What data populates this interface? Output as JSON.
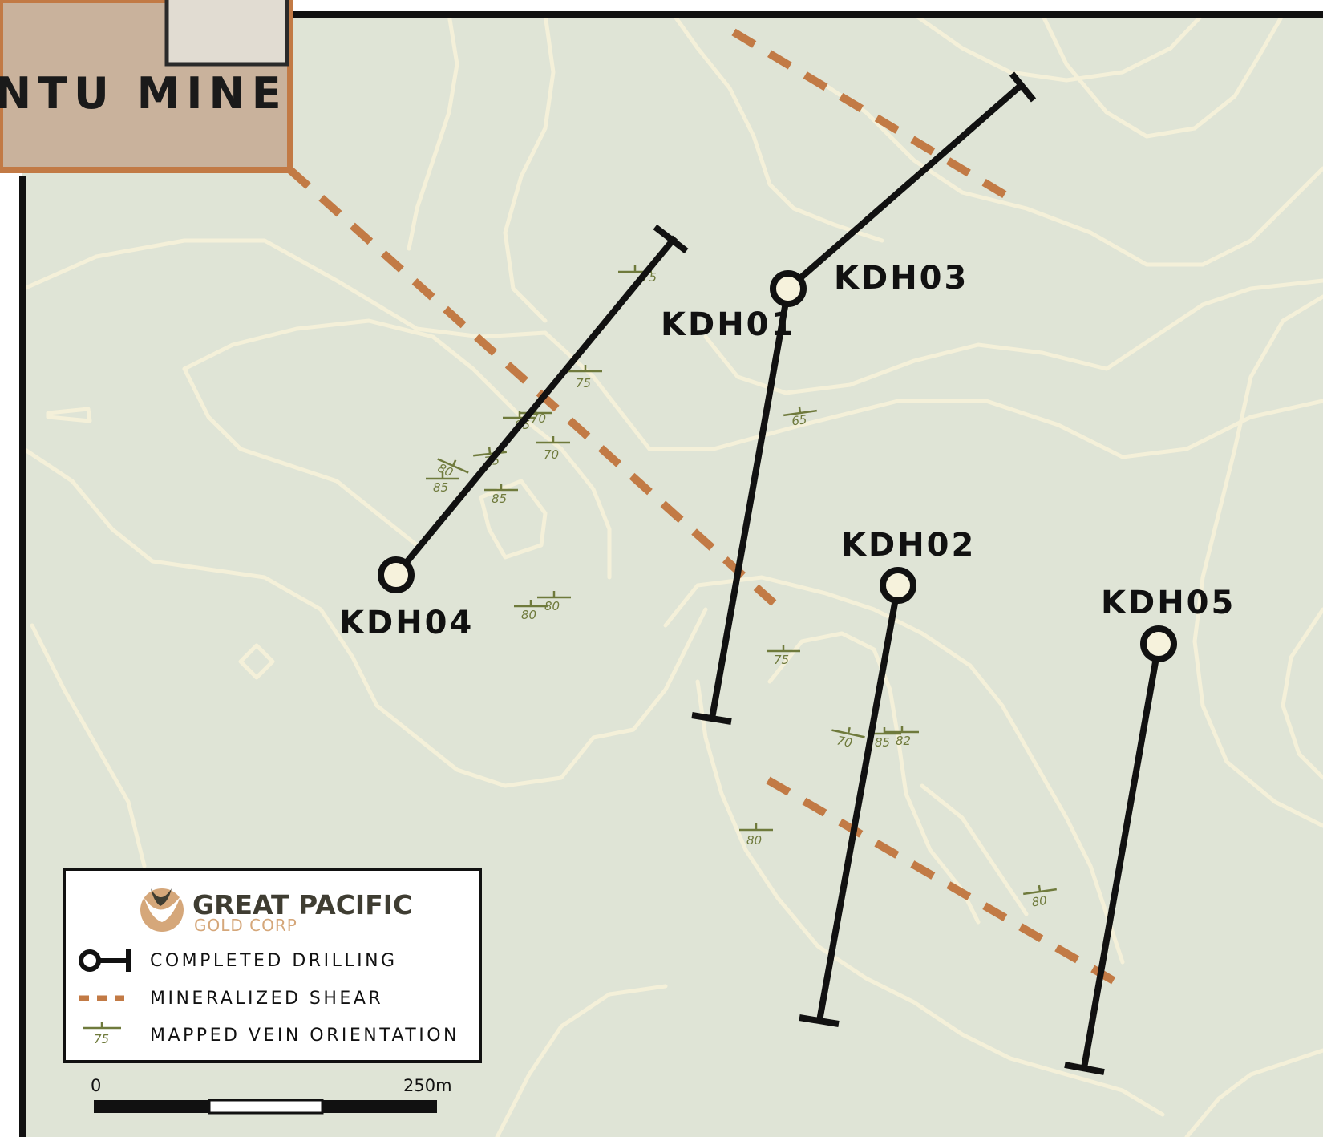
{
  "map_title": "NTU MINE",
  "drill_holes": [
    {
      "id": "kdh01",
      "label": "KDH01"
    },
    {
      "id": "kdh02",
      "label": "KDH02"
    },
    {
      "id": "kdh03",
      "label": "KDH03"
    },
    {
      "id": "kdh04",
      "label": "KDH04"
    },
    {
      "id": "kdh05",
      "label": "KDH05"
    }
  ],
  "vein_dips": [
    "75",
    "75",
    "70",
    "85",
    "70",
    "75",
    "80",
    "85",
    "85",
    "80",
    "80",
    "65",
    "75",
    "70",
    "85",
    "82",
    "80",
    "80"
  ],
  "legend": {
    "brand_name": "GREAT PACIFIC",
    "brand_sub": "GOLD CORP",
    "items": [
      {
        "symbol": "drill-hole",
        "label": "COMPLETED DRILLING"
      },
      {
        "symbol": "dashed-line",
        "label": "MINERALIZED SHEAR"
      },
      {
        "symbol": "vein-tick",
        "label": "MAPPED VEIN ORIENTATION",
        "sample_dip": "75"
      }
    ]
  },
  "scale_bar": {
    "start_label": "0",
    "end_label": "250m"
  },
  "colors": {
    "background": "#dfe4d6",
    "contour": "#f4f0d9",
    "drill_trace": "#111111",
    "shear": "#c27a45",
    "vein": "#6f7a3c",
    "inset_frame": "#c27a45",
    "inset_fill": "#c9b29c"
  }
}
